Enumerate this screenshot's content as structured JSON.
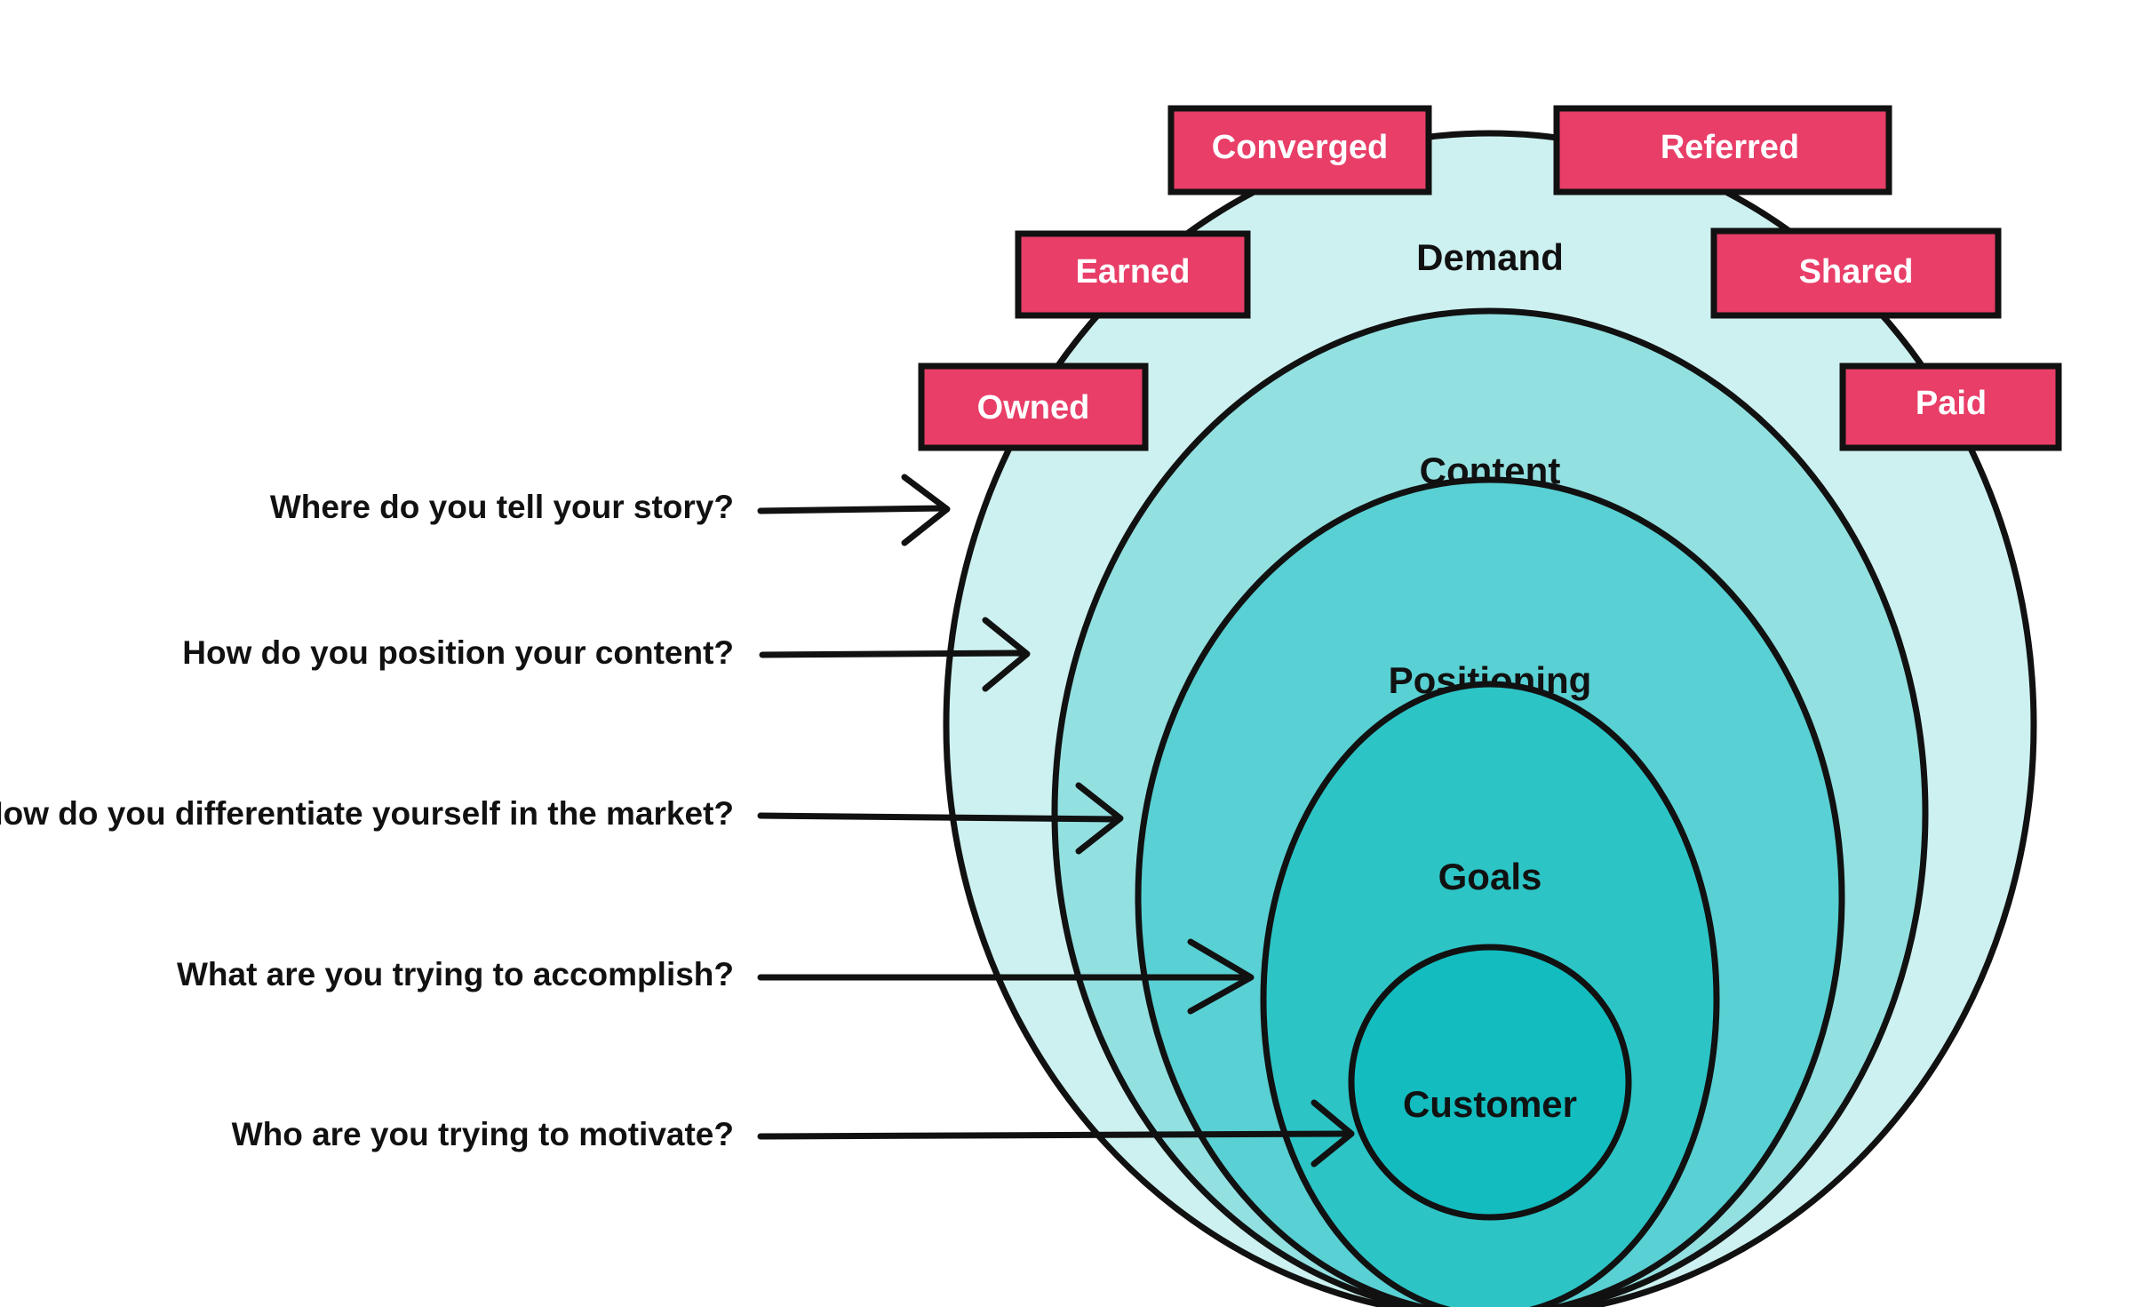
{
  "diagram": {
    "layers": [
      {
        "label": "Demand",
        "fill": "#cdf1f0"
      },
      {
        "label": "Content",
        "fill": "#93e0e1"
      },
      {
        "label": "Positioning",
        "fill": "#59d0d3"
      },
      {
        "label": "Goals",
        "fill": "#2dc4c6"
      },
      {
        "label": "Customer",
        "fill": "#13bcbf"
      }
    ],
    "channels": [
      {
        "label": "Converged"
      },
      {
        "label": "Referred"
      },
      {
        "label": "Earned"
      },
      {
        "label": "Shared"
      },
      {
        "label": "Owned"
      },
      {
        "label": "Paid"
      }
    ],
    "questions": [
      {
        "text": "Where do you tell your story?"
      },
      {
        "text": "How do you position your content?"
      },
      {
        "text": "How do you differentiate yourself in the market?"
      },
      {
        "text": "What are you trying to accomplish?"
      },
      {
        "text": "Who are you trying to motivate?"
      }
    ],
    "colors": {
      "tag_fill": "#e83e68",
      "tag_text": "#ffffff",
      "outline": "#111111",
      "text": "#111111"
    }
  }
}
